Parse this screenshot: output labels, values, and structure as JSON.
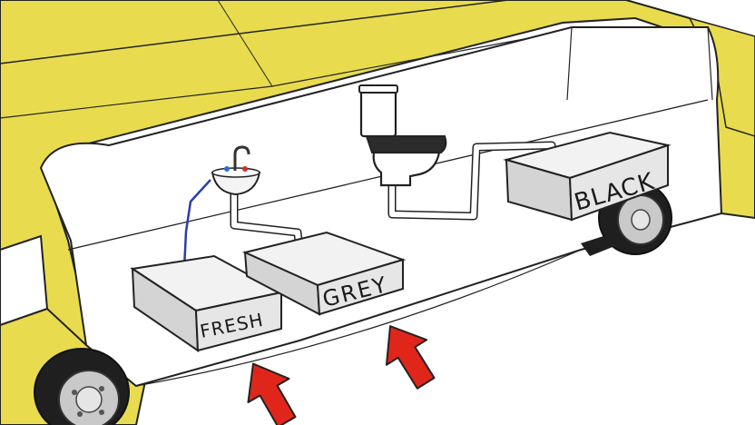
{
  "tanks": {
    "fresh": {
      "label": "FRESH"
    },
    "grey": {
      "label": "GREY"
    },
    "black": {
      "label": "BLACK"
    }
  },
  "colors": {
    "bus_body": "#e8dc4e",
    "bus_body_shadow": "#d6c93b",
    "interior": "#ffffff",
    "outline": "#222222",
    "tank_top": "#f2f2f2",
    "tank_front": "#e6e6e6",
    "tank_side": "#d4d4d4",
    "pipe": "#ffffff",
    "fresh_line": "#2a3fa8",
    "arrow": "#e0261b",
    "tire": "#1f1f1f",
    "hub": "#c9c9c9"
  },
  "icons": [
    "sink-icon",
    "faucet-icon",
    "toilet-icon",
    "up-arrow-icon",
    "wheel-icon"
  ]
}
